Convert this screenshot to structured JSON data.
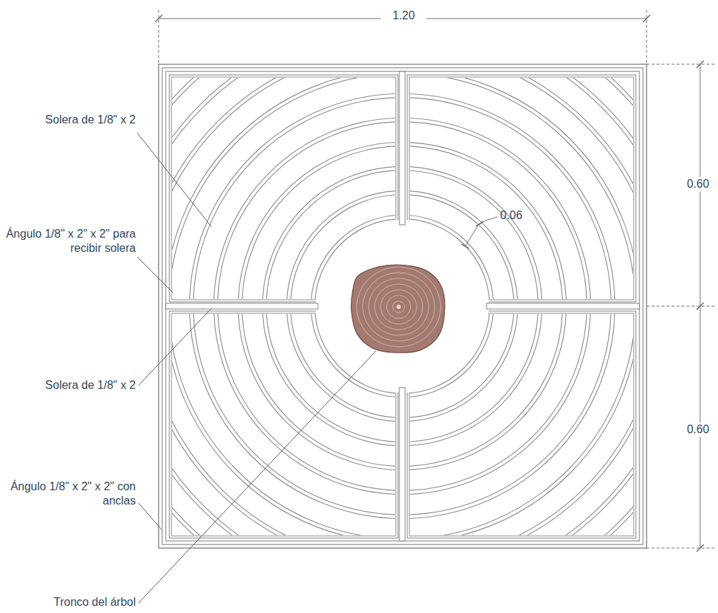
{
  "diagram": {
    "labels": [
      "1.20",
      "Solera de 1/8\" x 2",
      "0.60",
      "0.06",
      "Ángulo 1/8\" x 2\" x 2\" para recibir solera",
      "Solera de 1/8\" x 2",
      "0.60",
      "Ángulo 1/8\" x 2\" x 2\" con anclas",
      "Tronco del árbol"
    ]
  }
}
